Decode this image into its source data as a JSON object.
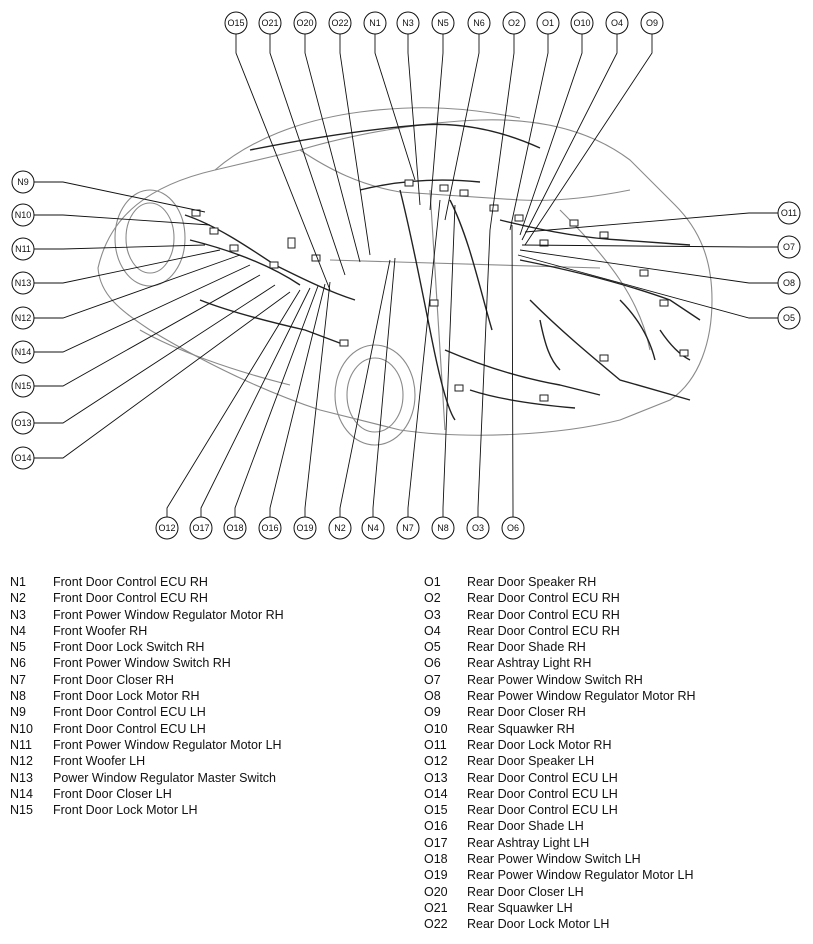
{
  "callouts": {
    "top": [
      "O15",
      "O21",
      "O20",
      "O22",
      "N1",
      "N3",
      "N5",
      "N6",
      "O2",
      "O1",
      "O10",
      "O4",
      "O9"
    ],
    "left": [
      "N9",
      "N10",
      "N11",
      "N13",
      "N12",
      "N14",
      "N15",
      "O13",
      "O14"
    ],
    "right": [
      "O11",
      "O7",
      "O8",
      "O5"
    ],
    "bottom": [
      "O12",
      "O17",
      "O18",
      "O16",
      "O19",
      "N2",
      "N4",
      "N7",
      "N8",
      "O3",
      "O6"
    ]
  },
  "legend": {
    "left": [
      {
        "code": "N1",
        "label": "Front Door Control ECU RH"
      },
      {
        "code": "N2",
        "label": "Front Door Control ECU RH"
      },
      {
        "code": "N3",
        "label": "Front Power Window Regulator Motor RH"
      },
      {
        "code": "N4",
        "label": "Front Woofer RH"
      },
      {
        "code": "N5",
        "label": "Front Door Lock Switch RH"
      },
      {
        "code": "N6",
        "label": "Front Power Window Switch RH"
      },
      {
        "code": "N7",
        "label": "Front Door Closer RH"
      },
      {
        "code": "N8",
        "label": "Front Door Lock Motor RH"
      },
      {
        "code": "N9",
        "label": "Front Door Control ECU LH"
      },
      {
        "code": "N10",
        "label": "Front Door Control ECU LH"
      },
      {
        "code": "N11",
        "label": "Front Power Window Regulator Motor LH"
      },
      {
        "code": "N12",
        "label": "Front Woofer LH"
      },
      {
        "code": "N13",
        "label": "Power Window Regulator Master Switch"
      },
      {
        "code": "N14",
        "label": "Front Door Closer LH"
      },
      {
        "code": "N15",
        "label": "Front Door Lock Motor LH"
      }
    ],
    "right": [
      {
        "code": "O1",
        "label": "Rear Door Speaker RH"
      },
      {
        "code": "O2",
        "label": "Rear Door Control ECU RH"
      },
      {
        "code": "O3",
        "label": "Rear Door Control ECU RH"
      },
      {
        "code": "O4",
        "label": "Rear Door Control ECU RH"
      },
      {
        "code": "O5",
        "label": "Rear Door Shade RH"
      },
      {
        "code": "O6",
        "label": "Rear Ashtray Light RH"
      },
      {
        "code": "O7",
        "label": "Rear Power Window Switch RH"
      },
      {
        "code": "O8",
        "label": "Rear Power Window Regulator Motor RH"
      },
      {
        "code": "O9",
        "label": "Rear Door Closer RH"
      },
      {
        "code": "O10",
        "label": "Rear Squawker RH"
      },
      {
        "code": "O11",
        "label": "Rear Door Lock Motor RH"
      },
      {
        "code": "O12",
        "label": "Rear Door Speaker LH"
      },
      {
        "code": "O13",
        "label": "Rear Door Control ECU LH"
      },
      {
        "code": "O14",
        "label": "Rear Door Control ECU LH"
      },
      {
        "code": "O15",
        "label": "Rear Door Control ECU LH"
      },
      {
        "code": "O16",
        "label": "Rear Door Shade LH"
      },
      {
        "code": "O17",
        "label": "Rear Ashtray Light LH"
      },
      {
        "code": "O18",
        "label": "Rear Power Window Switch LH"
      },
      {
        "code": "O19",
        "label": "Rear Power Window Regulator Motor LH"
      },
      {
        "code": "O20",
        "label": "Rear Door Closer LH"
      },
      {
        "code": "O21",
        "label": "Rear Squawker LH"
      },
      {
        "code": "O22",
        "label": "Rear Door Lock Motor LH"
      }
    ]
  }
}
